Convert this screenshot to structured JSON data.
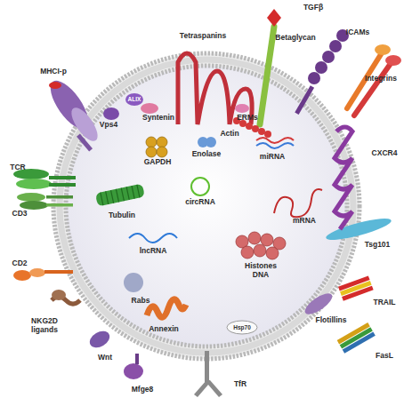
{
  "diagram": {
    "nodes": [
      {
        "text": [
          "Hsp70"
        ]
      }
    ],
    "labels": [
      "TGFβ",
      "Betaglycan",
      "Tetraspanins",
      "ICAMs",
      "Integrins",
      "MHCI-p",
      "ALIX",
      "Syntenin",
      "Vps4",
      "ERMs",
      "Actin",
      "Enolase",
      "GAPDH",
      "miRNA",
      "CXCR4",
      "TCR",
      "CD3",
      "circRNA",
      "Tubulin",
      "mRNA",
      "lncRNA",
      "Tsg101",
      "Histones DNA",
      "CD2",
      "TRAIL",
      "Rabs",
      "Annexin",
      "NKG2D ligands",
      "Flotillins",
      "FasL",
      "Wnt",
      "Mfge8",
      "TfR"
    ]
  }
}
